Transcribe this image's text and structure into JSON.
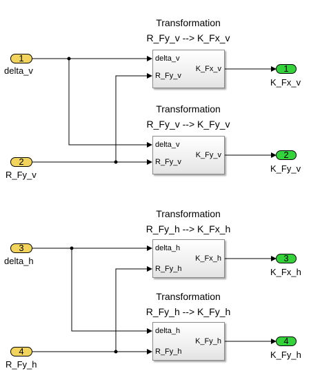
{
  "inputs": [
    {
      "number": "1",
      "label": "delta_v"
    },
    {
      "number": "2",
      "label": "R_Fy_v"
    },
    {
      "number": "3",
      "label": "delta_h"
    },
    {
      "number": "4",
      "label": "R_Fy_h"
    }
  ],
  "outputs": [
    {
      "number": "1",
      "label": "K_Fx_v"
    },
    {
      "number": "2",
      "label": "K_Fy_v"
    },
    {
      "number": "3",
      "label": "K_Fx_h"
    },
    {
      "number": "4",
      "label": "K_Fy_h"
    }
  ],
  "blocks": [
    {
      "title": "Transformation",
      "subtitle": "R_Fy_v --> K_Fx_v",
      "in1": "delta_v",
      "in2": "R_Fy_v",
      "out": "K_Fx_v"
    },
    {
      "title": "Transformation",
      "subtitle": "R_Fy_v --> K_Fy_v",
      "in1": "delta_v",
      "in2": "R_Fy_v",
      "out": "K_Fy_v"
    },
    {
      "title": "Transformation",
      "subtitle": "R_Fy_h --> K_Fx_h",
      "in1": "delta_h",
      "in2": "R_Fy_h",
      "out": "K_Fx_h"
    },
    {
      "title": "Transformation",
      "subtitle": "R_Fy_h --> K_Fy_h",
      "in1": "delta_h",
      "in2": "R_Fy_h",
      "out": "K_Fy_h"
    }
  ]
}
